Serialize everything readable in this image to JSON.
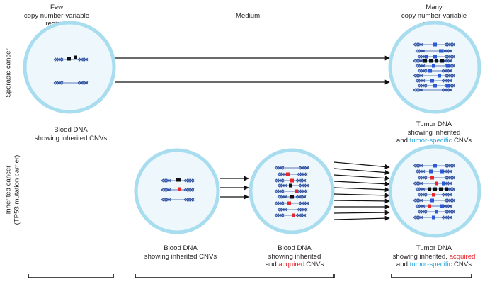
{
  "header": {
    "few": [
      "Few",
      "copy number-variable",
      "regions"
    ],
    "medium": "Medium",
    "many": [
      "Many",
      "copy number-variable",
      "regions"
    ]
  },
  "row_labels": {
    "sporadic": "Sporadic cancer",
    "inherited": [
      "Inherited cancer",
      "(TP53 mutation carrier)"
    ]
  },
  "captions": {
    "sporadic_blood": [
      "Blood DNA",
      "showing inherited CNVs"
    ],
    "sporadic_tumor": [
      "Tumor DNA",
      "showing inherited",
      "and",
      "tumor-specific",
      "CNVs"
    ],
    "inherited_blood1": [
      "Blood DNA",
      "showing inherited CNVs"
    ],
    "inherited_blood2": [
      "Blood DNA",
      "showing inherited",
      "and",
      "acquired",
      "CNVs"
    ],
    "inherited_tumor": [
      "Tumor DNA",
      "showing inherited,",
      "acquired",
      "and",
      "tumor-specific",
      "CNVs"
    ]
  },
  "colors": {
    "cell_border": "#a8dcef",
    "cell_fill": "#eef8fc",
    "dna": "#2e4fa0",
    "inherited_cnv": "#111111",
    "acquired_cnv": "#e8262b",
    "tumor_cnv": "#2b59d8",
    "acquired_text": "#e8262b",
    "tumor_text": "#29a8e0"
  }
}
